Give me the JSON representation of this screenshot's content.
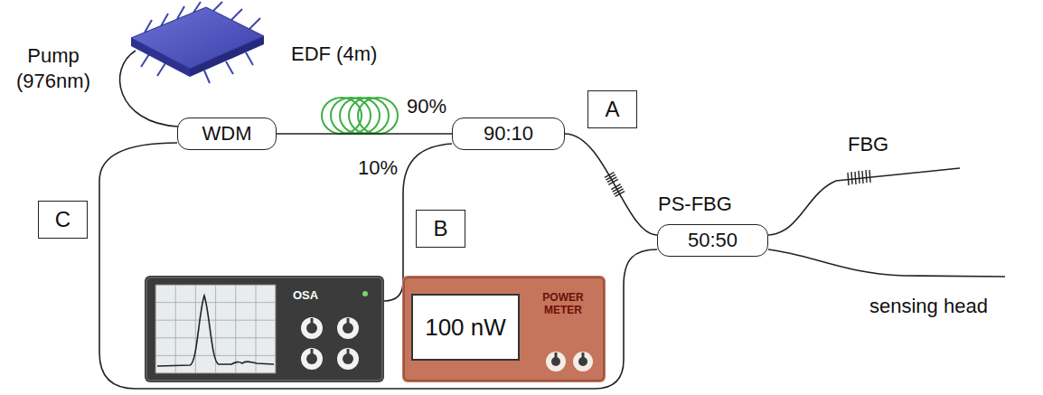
{
  "diagram": {
    "nodes": [
      {
        "text": [
          "WDM"
        ]
      },
      {
        "text": [
          "90:10"
        ]
      },
      {
        "text": [
          "A"
        ]
      },
      {
        "text": [
          "C"
        ]
      },
      {
        "text": [
          "B"
        ]
      },
      {
        "text": [
          "50:50"
        ]
      },
      {
        "text": [
          "OSA"
        ]
      },
      {
        "text": [
          "POWER METER"
        ]
      },
      {
        "text": [
          "100 nW"
        ],
        "in": 7
      }
    ],
    "edges": [
      {
        "from": 0,
        "to": 1,
        "arrow": "none"
      },
      {
        "from": 1,
        "to": 6,
        "arrow": "none"
      },
      {
        "from": 1,
        "to": 5,
        "arrow": "none"
      },
      {
        "from": 5,
        "to": 0,
        "arrow": "none"
      }
    ],
    "labels": [
      "Pump (976nm)",
      "EDF (4m)",
      "90%",
      "10%",
      "PS-FBG",
      "FBG",
      "sensing head"
    ]
  }
}
